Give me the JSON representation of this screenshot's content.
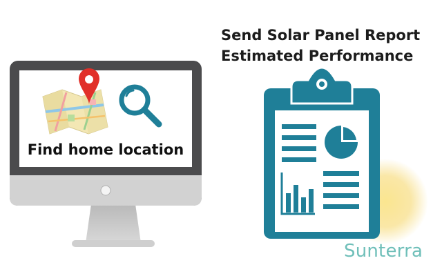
{
  "report": {
    "line1": "Send Solar Panel Report",
    "line2": "Estimated Performance"
  },
  "monitor": {
    "screen_label": "Find home location"
  },
  "brand": {
    "name": "Sunterra"
  },
  "icons": [
    "map-pin-icon",
    "magnifier-icon",
    "clipboard-report-icon",
    "pie-chart-icon",
    "bar-chart-icon",
    "sun-glow-icon"
  ],
  "colors": {
    "report_teal": "#1f7f98",
    "brand_text": "#6fbfb9",
    "pin_red": "#e1302a",
    "sun_yellow": "#f6de7a",
    "monitor_frame": "#4b4b4d"
  }
}
